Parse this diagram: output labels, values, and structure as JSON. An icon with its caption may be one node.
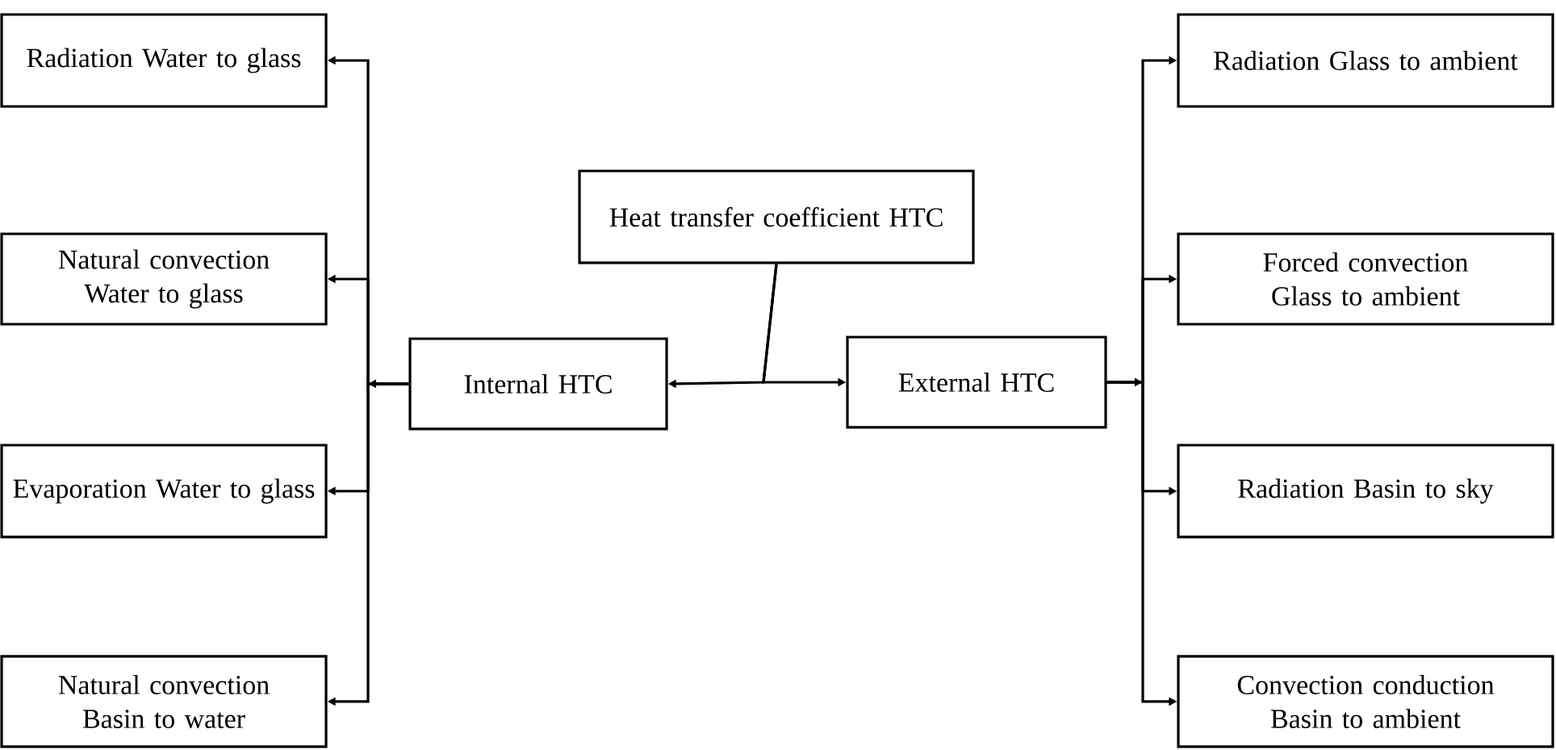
{
  "diagram": {
    "nodes": [
      {
        "text": [
          "Heat transfer coefficient HTC"
        ]
      },
      {
        "text": [
          "Internal HTC"
        ]
      },
      {
        "text": [
          "External HTC"
        ]
      },
      {
        "text": [
          "Radiation Water to glass"
        ]
      },
      {
        "text": [
          "Natural convection Water to glass"
        ]
      },
      {
        "text": [
          "Evaporation Water to glass"
        ]
      },
      {
        "text": [
          "Natural convection Basin to water"
        ]
      },
      {
        "text": [
          "Radiation Glass to ambient"
        ]
      },
      {
        "text": [
          "Forced convection Glass to ambient"
        ]
      },
      {
        "text": [
          "Radiation Basin to sky"
        ]
      },
      {
        "text": [
          "Convection conduction Basin to ambient"
        ]
      }
    ],
    "edges": [
      {
        "from": 0,
        "to": 1,
        "arrow": "to"
      },
      {
        "from": 0,
        "to": 2,
        "arrow": "to"
      },
      {
        "from": 1,
        "to": 3,
        "arrow": "to"
      },
      {
        "from": 1,
        "to": 4,
        "arrow": "to"
      },
      {
        "from": 1,
        "to": 5,
        "arrow": "to"
      },
      {
        "from": 1,
        "to": 6,
        "arrow": "to"
      },
      {
        "from": 2,
        "to": 7,
        "arrow": "to"
      },
      {
        "from": 2,
        "to": 8,
        "arrow": "to"
      },
      {
        "from": 2,
        "to": 9,
        "arrow": "to"
      },
      {
        "from": 2,
        "to": 10,
        "arrow": "to"
      }
    ]
  }
}
